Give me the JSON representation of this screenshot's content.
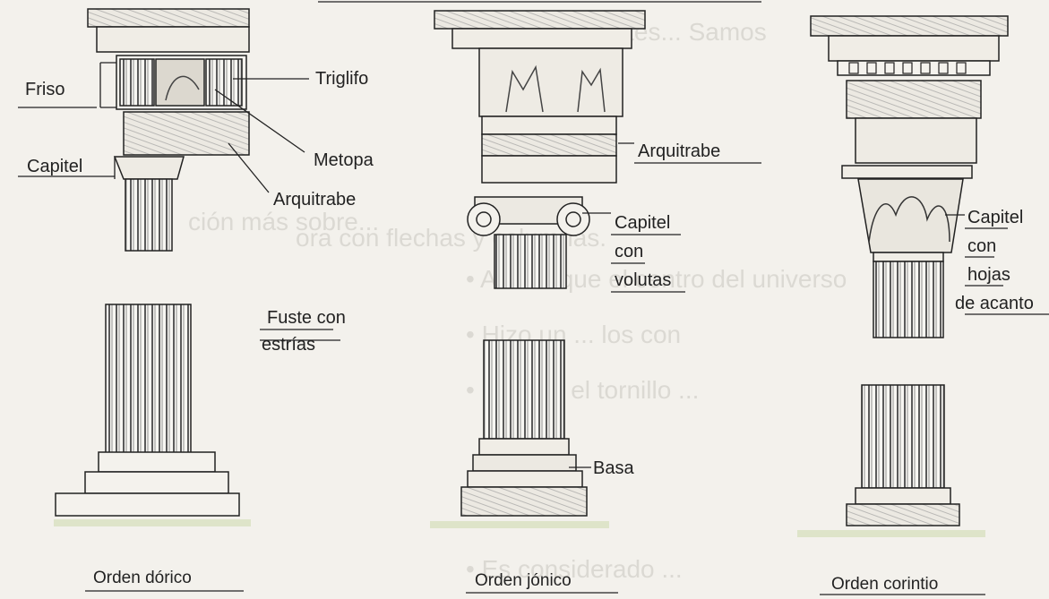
{
  "background_text": [
    "querió... antes... Samos",
    "ción más sobre...",
    "ora con flechas y columnas.",
    "• Afirmó que el centro del universo",
    "• Hizo un ... los con",
    "• Inventó el tornillo ...",
    "• Es considerado ..."
  ],
  "labels": {
    "friso": "Friso",
    "triglifo": "Triglifo",
    "metopa": "Metopa",
    "capitel_doric": "Capitel",
    "arquitrabe_doric": "Arquitrabe",
    "fuste_line1": "Fuste con",
    "fuste_line2": "estrías",
    "arquitrabe_ionic": "Arquitrabe",
    "capitel_ionic_1": "Capitel",
    "capitel_ionic_2": "con",
    "capitel_ionic_3": "volutas",
    "basa": "Basa",
    "capitel_corinth_1": "Capitel",
    "capitel_corinth_2": "con",
    "capitel_corinth_3": "hojas",
    "capitel_corinth_4": "de acanto"
  },
  "titles": {
    "doric": "Orden dórico",
    "ionic": "Orden jónico",
    "corinthian": "Orden corintio"
  }
}
